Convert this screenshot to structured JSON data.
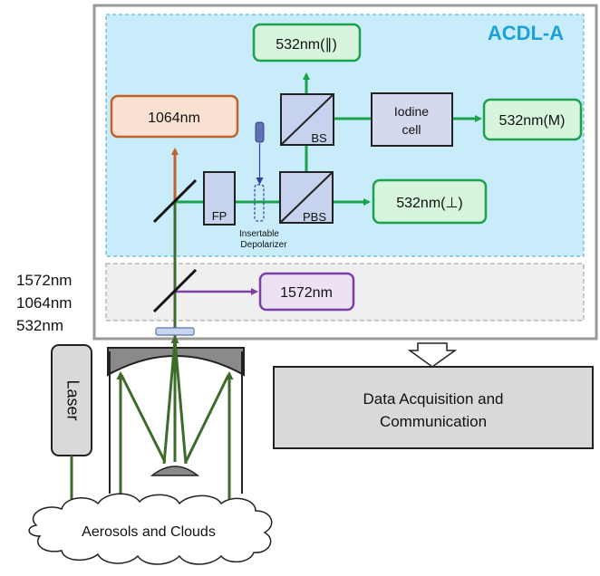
{
  "system": {
    "title": "ACDL-A"
  },
  "wavelengths": {
    "w1572": "1572nm",
    "w1064": "1064nm",
    "w532": "532nm"
  },
  "detectors": {
    "d532_parallel": "532nm(∥)",
    "d1064": "1064nm",
    "d532_m": "532nm(M)",
    "d532_perp": "532nm(⊥)",
    "d1572": "1572nm"
  },
  "iodine_cell": {
    "line1": "Iodine",
    "line2": "cell"
  },
  "optics": {
    "bs": "BS",
    "pbs": "PBS",
    "fp": "FP"
  },
  "depolarizer": {
    "line1": "Insertable",
    "line2": "Depolarizer"
  },
  "laser": {
    "label": "Laser"
  },
  "data_acquisition": {
    "line1": "Data Acquisition and",
    "line2": "Communication"
  },
  "target": {
    "label": "Aerosols and Clouds"
  },
  "colors": {
    "green_beam": "#1aa34a",
    "purple_beam": "#7b3fa6",
    "orange_beam": "#c0622a",
    "dark_green_beam": "#3d6b2a",
    "panel_blue": "#c9ecfb",
    "title_blue": "#1ba1d8",
    "detector_green_fill": "#d6f5dc",
    "detector_orange_fill": "#fbe1d2",
    "detector_purple_fill": "#ece2f3"
  }
}
